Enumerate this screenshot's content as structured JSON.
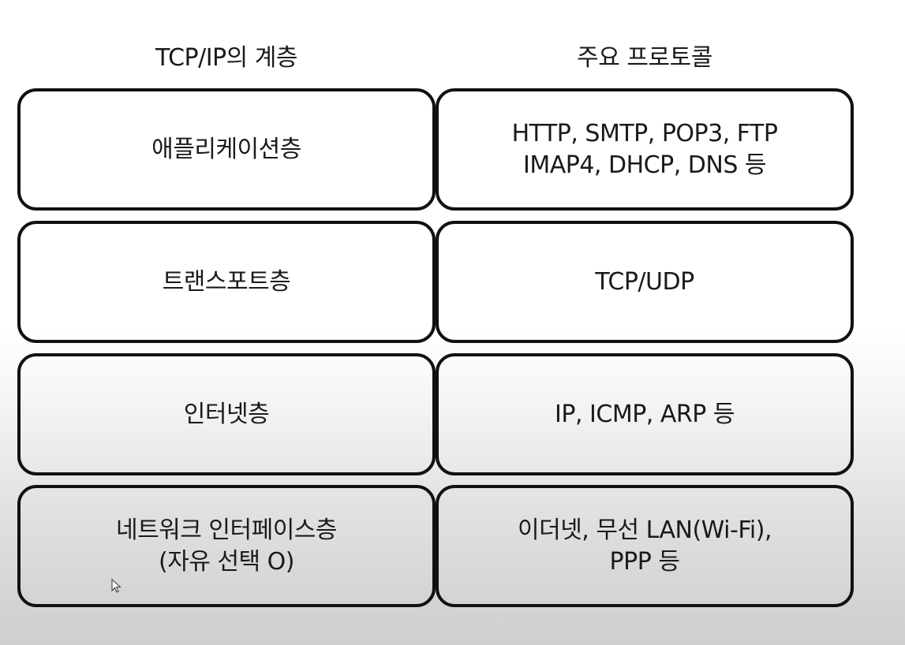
{
  "headers": {
    "layer": "TCP/IP의 계층",
    "protocol": "주요 프로토콜"
  },
  "rows": [
    {
      "layer": [
        "애플리케이션층"
      ],
      "protocol": [
        "HTTP, SMTP, POP3, FTP",
        "IMAP4, DHCP, DNS 등"
      ]
    },
    {
      "layer": [
        "트랜스포트층"
      ],
      "protocol": [
        "TCP/UDP"
      ]
    },
    {
      "layer": [
        "인터넷층"
      ],
      "protocol": [
        "IP, ICMP, ARP 등"
      ]
    },
    {
      "layer": [
        "네트워크 인터페이스층",
        "(자유 선택 O)"
      ],
      "protocol": [
        "이더넷, 무선 LAN(Wi-Fi),",
        "PPP 등"
      ]
    }
  ],
  "icons": {
    "pointer": "mouse-pointer-icon"
  }
}
